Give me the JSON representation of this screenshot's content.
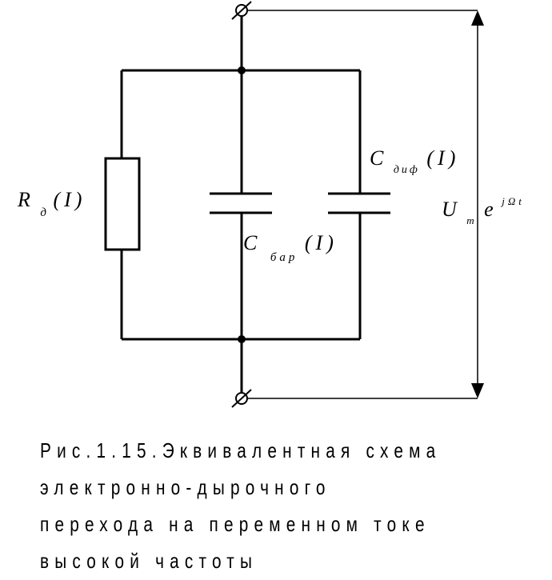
{
  "diagram": {
    "resistor": {
      "symbol": "R",
      "subscript": "д",
      "arg": "(I)"
    },
    "cap_barrier": {
      "symbol": "C",
      "subscript": "бар",
      "arg": "(I)"
    },
    "cap_diffusion": {
      "symbol": "C",
      "subscript": "диф",
      "arg": "(I)"
    },
    "voltage": {
      "symbol": "U",
      "subscript": "m",
      "exp_base": "e",
      "exponent": "jΩt"
    }
  },
  "caption": {
    "lines": [
      "Рис.1.15.Эквивалентная схема",
      "электронно-дырочного",
      "перехода на переменном токе",
      "высокой частоты"
    ]
  }
}
